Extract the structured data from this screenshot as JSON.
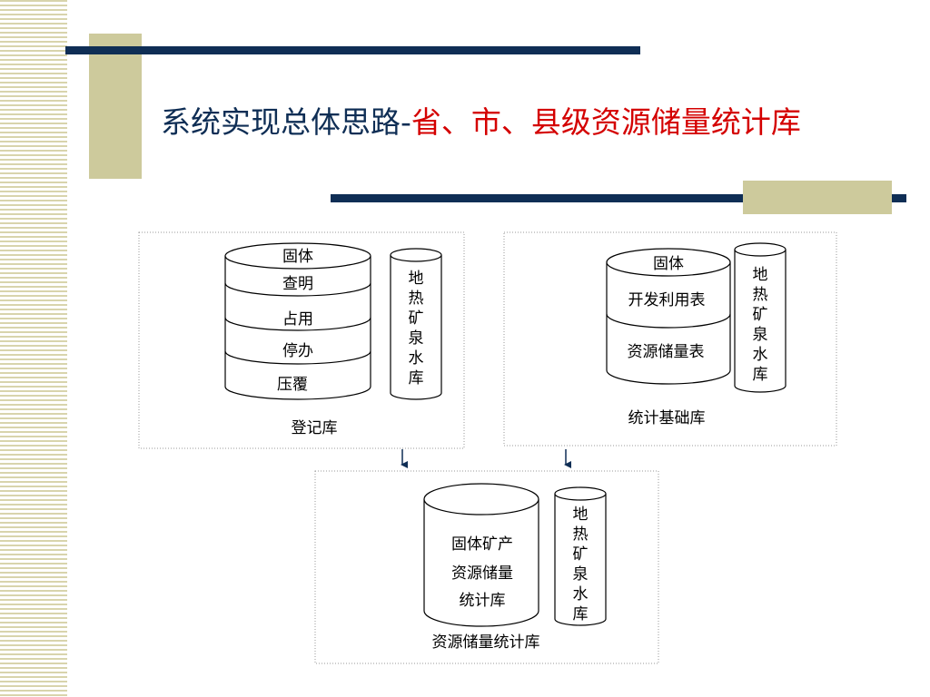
{
  "slide": {
    "title_main": "系统实现总体思路-",
    "title_sub": "省、市、县级资源储量统计库"
  },
  "register_db": {
    "label": "登记库",
    "layers": [
      "固体",
      "查明",
      "占用",
      "停办",
      "压覆"
    ],
    "geo_chars": [
      "地",
      "热",
      "矿",
      "泉",
      "水",
      "库"
    ]
  },
  "stats_base_db": {
    "label": "统计基础库",
    "layers": [
      "固体",
      "开发利用表",
      "资源储量表"
    ],
    "geo_chars": [
      "地",
      "热",
      "矿",
      "泉",
      "水",
      "库"
    ]
  },
  "reserve_stats_db": {
    "label": "资源储量统计库",
    "lines": [
      "固体矿产",
      "资源储量",
      "统计库"
    ],
    "geo_chars": [
      "地",
      "热",
      "矿",
      "泉",
      "水",
      "库"
    ]
  },
  "colors": {
    "navy": "#0f2e55",
    "olive": "#cdca9c",
    "title_red": "#d40000"
  }
}
